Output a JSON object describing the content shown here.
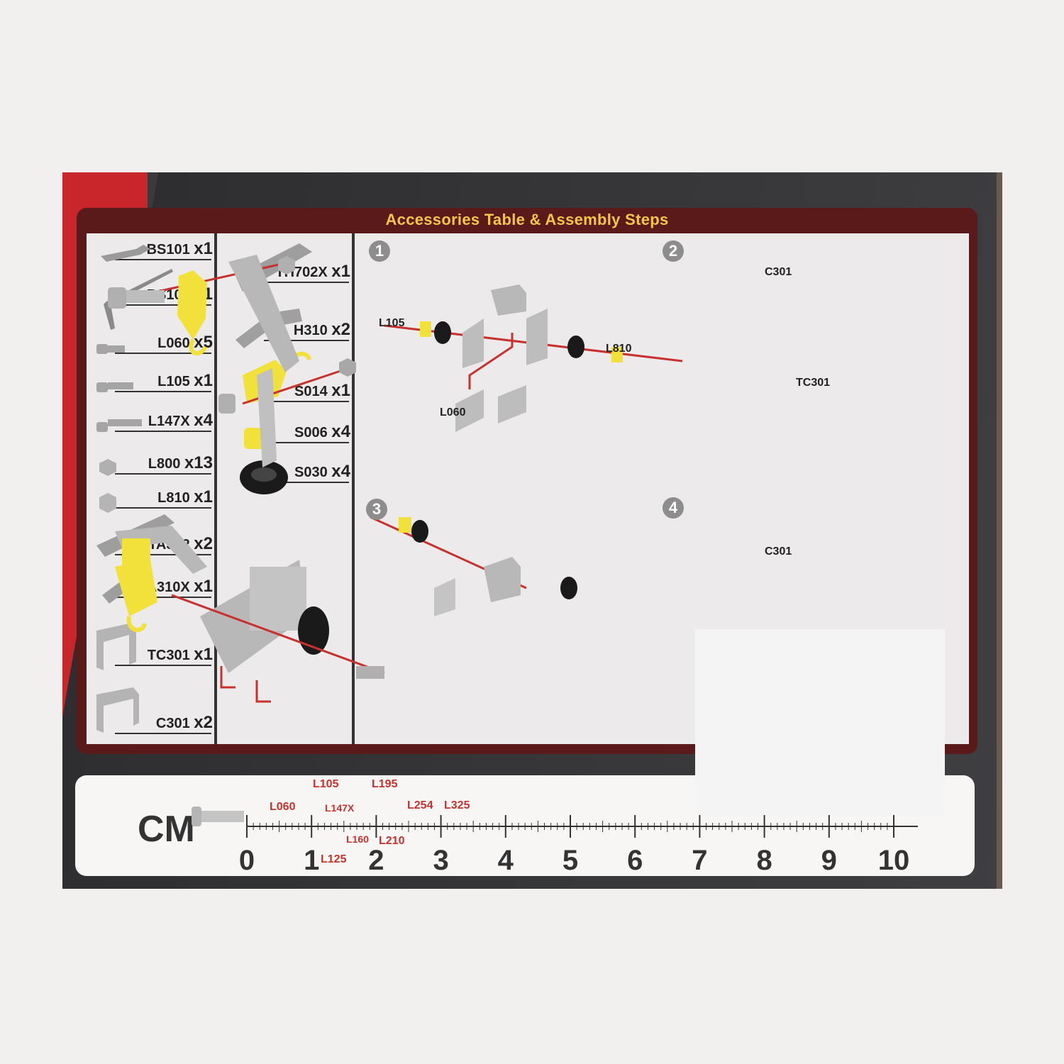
{
  "panel": {
    "title": "Accessories Table & Assembly Steps"
  },
  "parts_left": [
    {
      "code": "BS101",
      "qty": "x1"
    },
    {
      "code": "BS103",
      "qty": "x1"
    },
    {
      "code": "L060",
      "qty": "x5"
    },
    {
      "code": "L105",
      "qty": "x1"
    },
    {
      "code": "L147X",
      "qty": "x4"
    },
    {
      "code": "L800",
      "qty": "x13"
    },
    {
      "code": "L810",
      "qty": "x1"
    },
    {
      "code": "TA302",
      "qty": "x2"
    },
    {
      "code": "TA310X",
      "qty": "x1"
    },
    {
      "code": "TC301",
      "qty": "x1"
    },
    {
      "code": "C301",
      "qty": "x2"
    }
  ],
  "parts_right": [
    {
      "code": "TH702X",
      "qty": "x1"
    },
    {
      "code": "H310",
      "qty": "x2"
    },
    {
      "code": "S014",
      "qty": "x1"
    },
    {
      "code": "S006",
      "qty": "x4"
    },
    {
      "code": "S030",
      "qty": "x4"
    }
  ],
  "steps": {
    "s1": {
      "num": "1",
      "labels": [
        "L105",
        "L810",
        "L060"
      ]
    },
    "s2": {
      "num": "2",
      "labels": [
        "C301",
        "TC301"
      ]
    },
    "s3": {
      "num": "3"
    },
    "s4": {
      "num": "4",
      "labels": [
        "C301"
      ]
    }
  },
  "ruler": {
    "unit": "CM",
    "numbers": [
      "0",
      "1",
      "2",
      "3",
      "4",
      "5",
      "6",
      "7",
      "8",
      "9",
      "10"
    ],
    "markers": [
      "L105",
      "L195",
      "L060",
      "L147X",
      "L254",
      "L325",
      "L160",
      "L210",
      "L125"
    ]
  },
  "colors": {
    "accent_red": "#c8262a",
    "title_gold": "#f3c64a",
    "panel_maroon": "#5a1a1a",
    "marker_red": "#c8322e"
  }
}
